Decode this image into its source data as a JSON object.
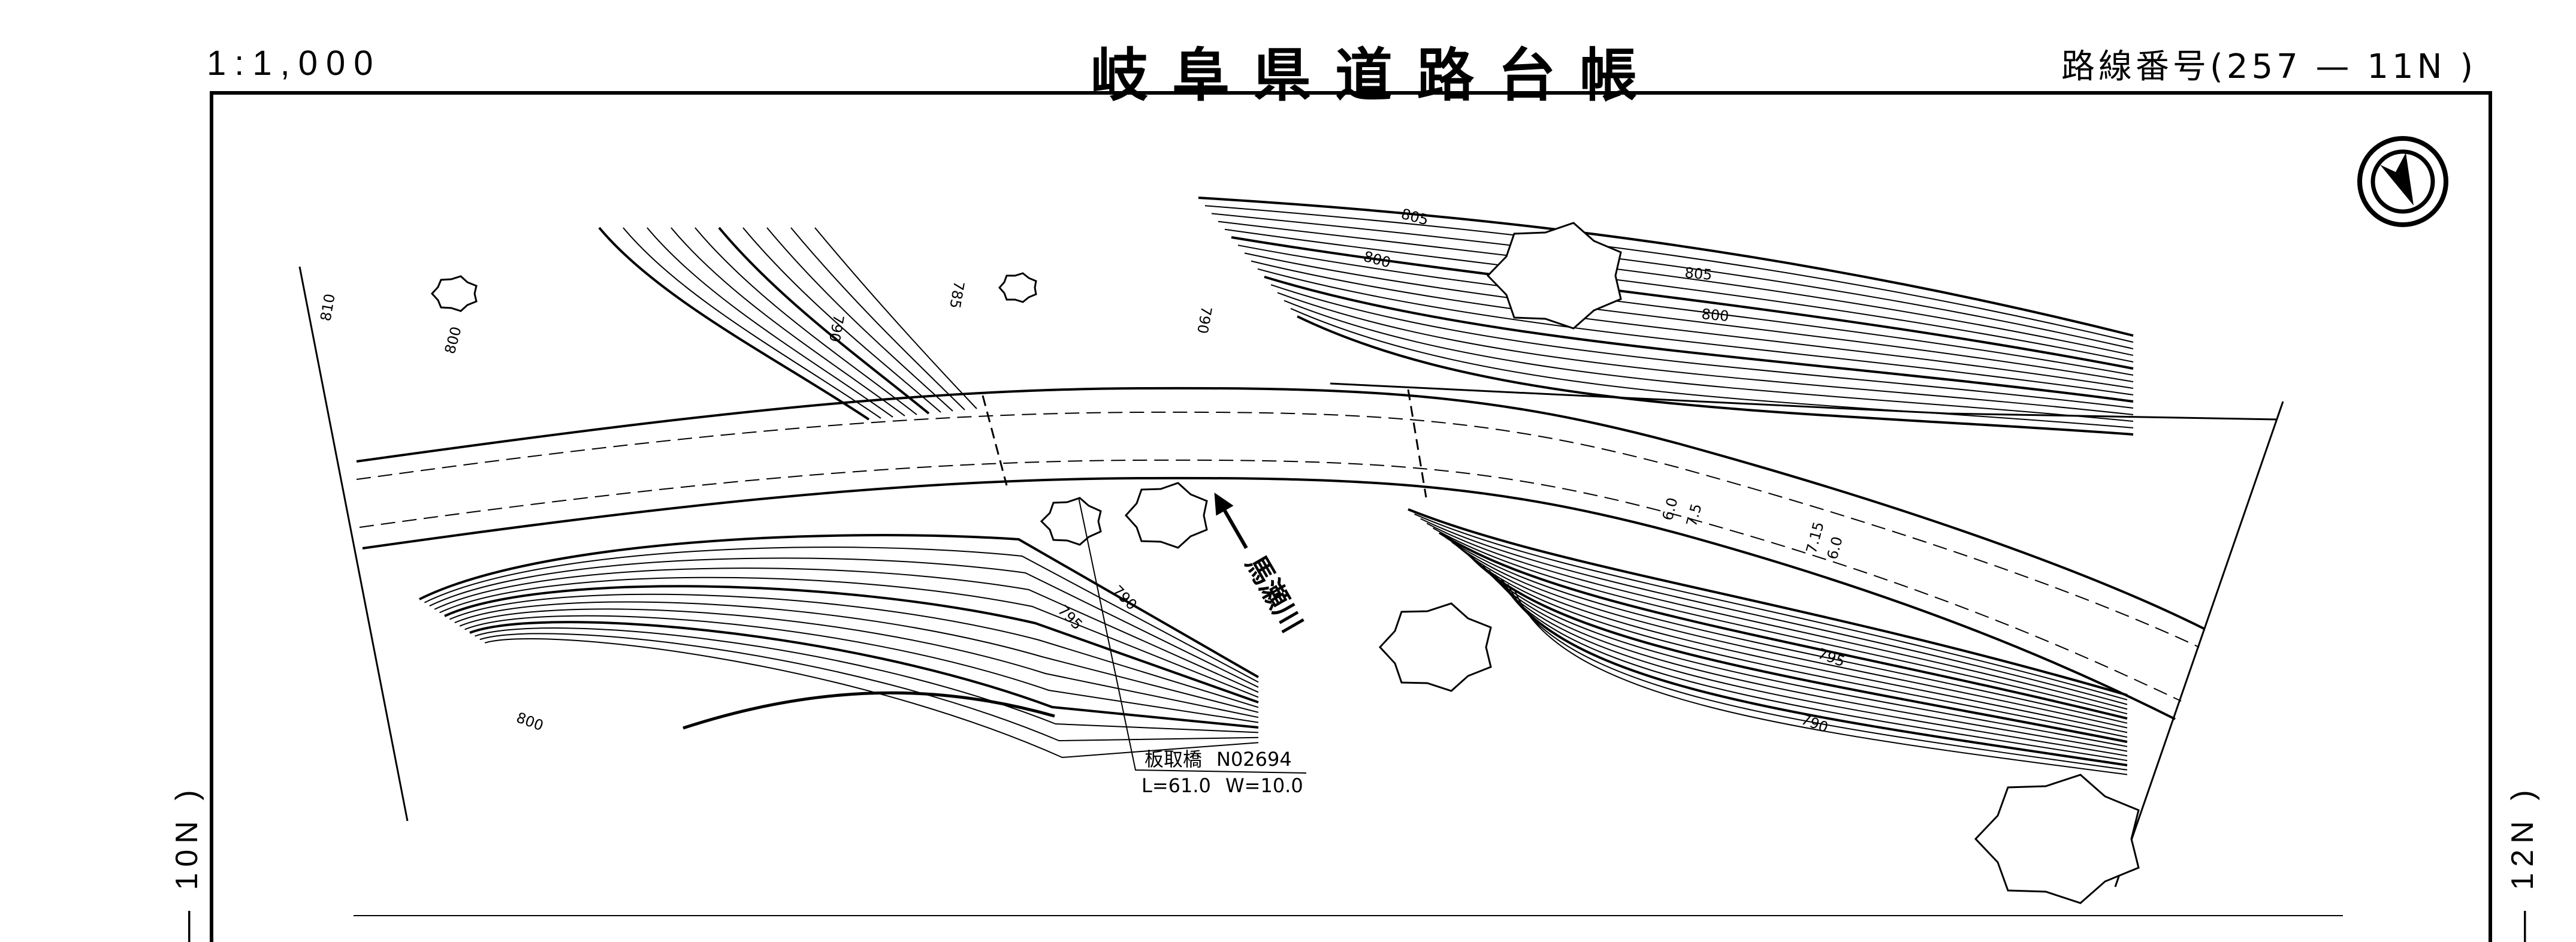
{
  "header": {
    "scale": "1:1,000",
    "title": "岐阜県道路台帳",
    "route_number": "路線番号(257 — 11N )"
  },
  "adjacent_sheets": {
    "left": "— 10N )",
    "right": "— 12N )"
  },
  "bridge": {
    "name": "板取橋",
    "code": "N02694",
    "length": "L=61.0",
    "width": "W=10.0"
  },
  "river": {
    "name": "馬瀬川",
    "flow_arrow": "flow-arrow-icon"
  },
  "north_symbol": "north-arrow-icon",
  "contour_labels": [
    "810",
    "800",
    "785",
    "790",
    "790",
    "805",
    "800",
    "805",
    "800",
    "790",
    "795",
    "800",
    "795",
    "790"
  ],
  "dimension_labels": [
    "6.0",
    "7.5",
    "7.15",
    "6.0"
  ]
}
